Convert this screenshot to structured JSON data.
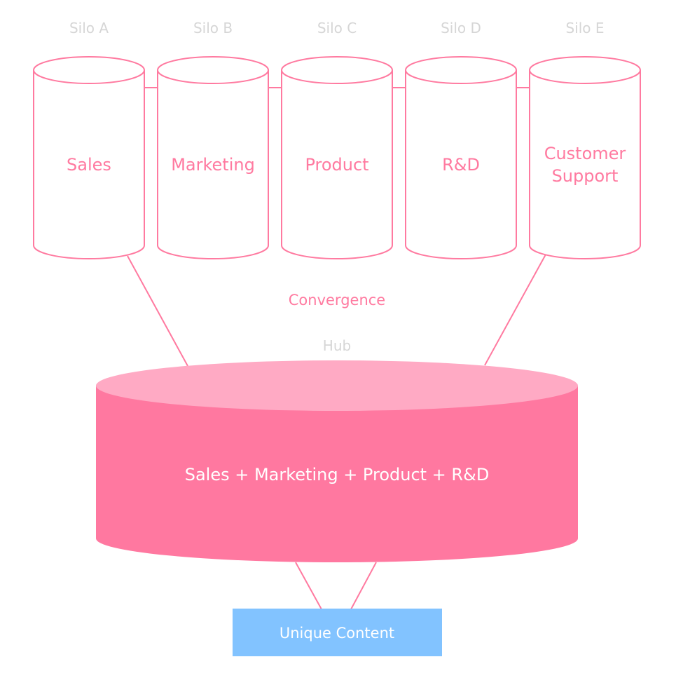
{
  "silos": [
    {
      "label": "Silo A",
      "name_lines": [
        "Sales"
      ]
    },
    {
      "label": "Silo B",
      "name_lines": [
        "Marketing"
      ]
    },
    {
      "label": "Silo C",
      "name_lines": [
        "Product"
      ]
    },
    {
      "label": "Silo D",
      "name_lines": [
        "R&D"
      ]
    },
    {
      "label": "Silo E",
      "name_lines": [
        "Customer",
        "Support"
      ]
    }
  ],
  "convergence_label": "Convergence",
  "hub": {
    "label": "Hub",
    "content": "Sales + Marketing + Product + R&D"
  },
  "output": {
    "label": "Unique Content"
  },
  "colors": {
    "silo_stroke": "#ff7aa0",
    "hub_top": "#ffaac4",
    "hub_body": "#ff78a0",
    "output_fill": "#82c3ff",
    "muted_label": "#d6d6d6"
  }
}
